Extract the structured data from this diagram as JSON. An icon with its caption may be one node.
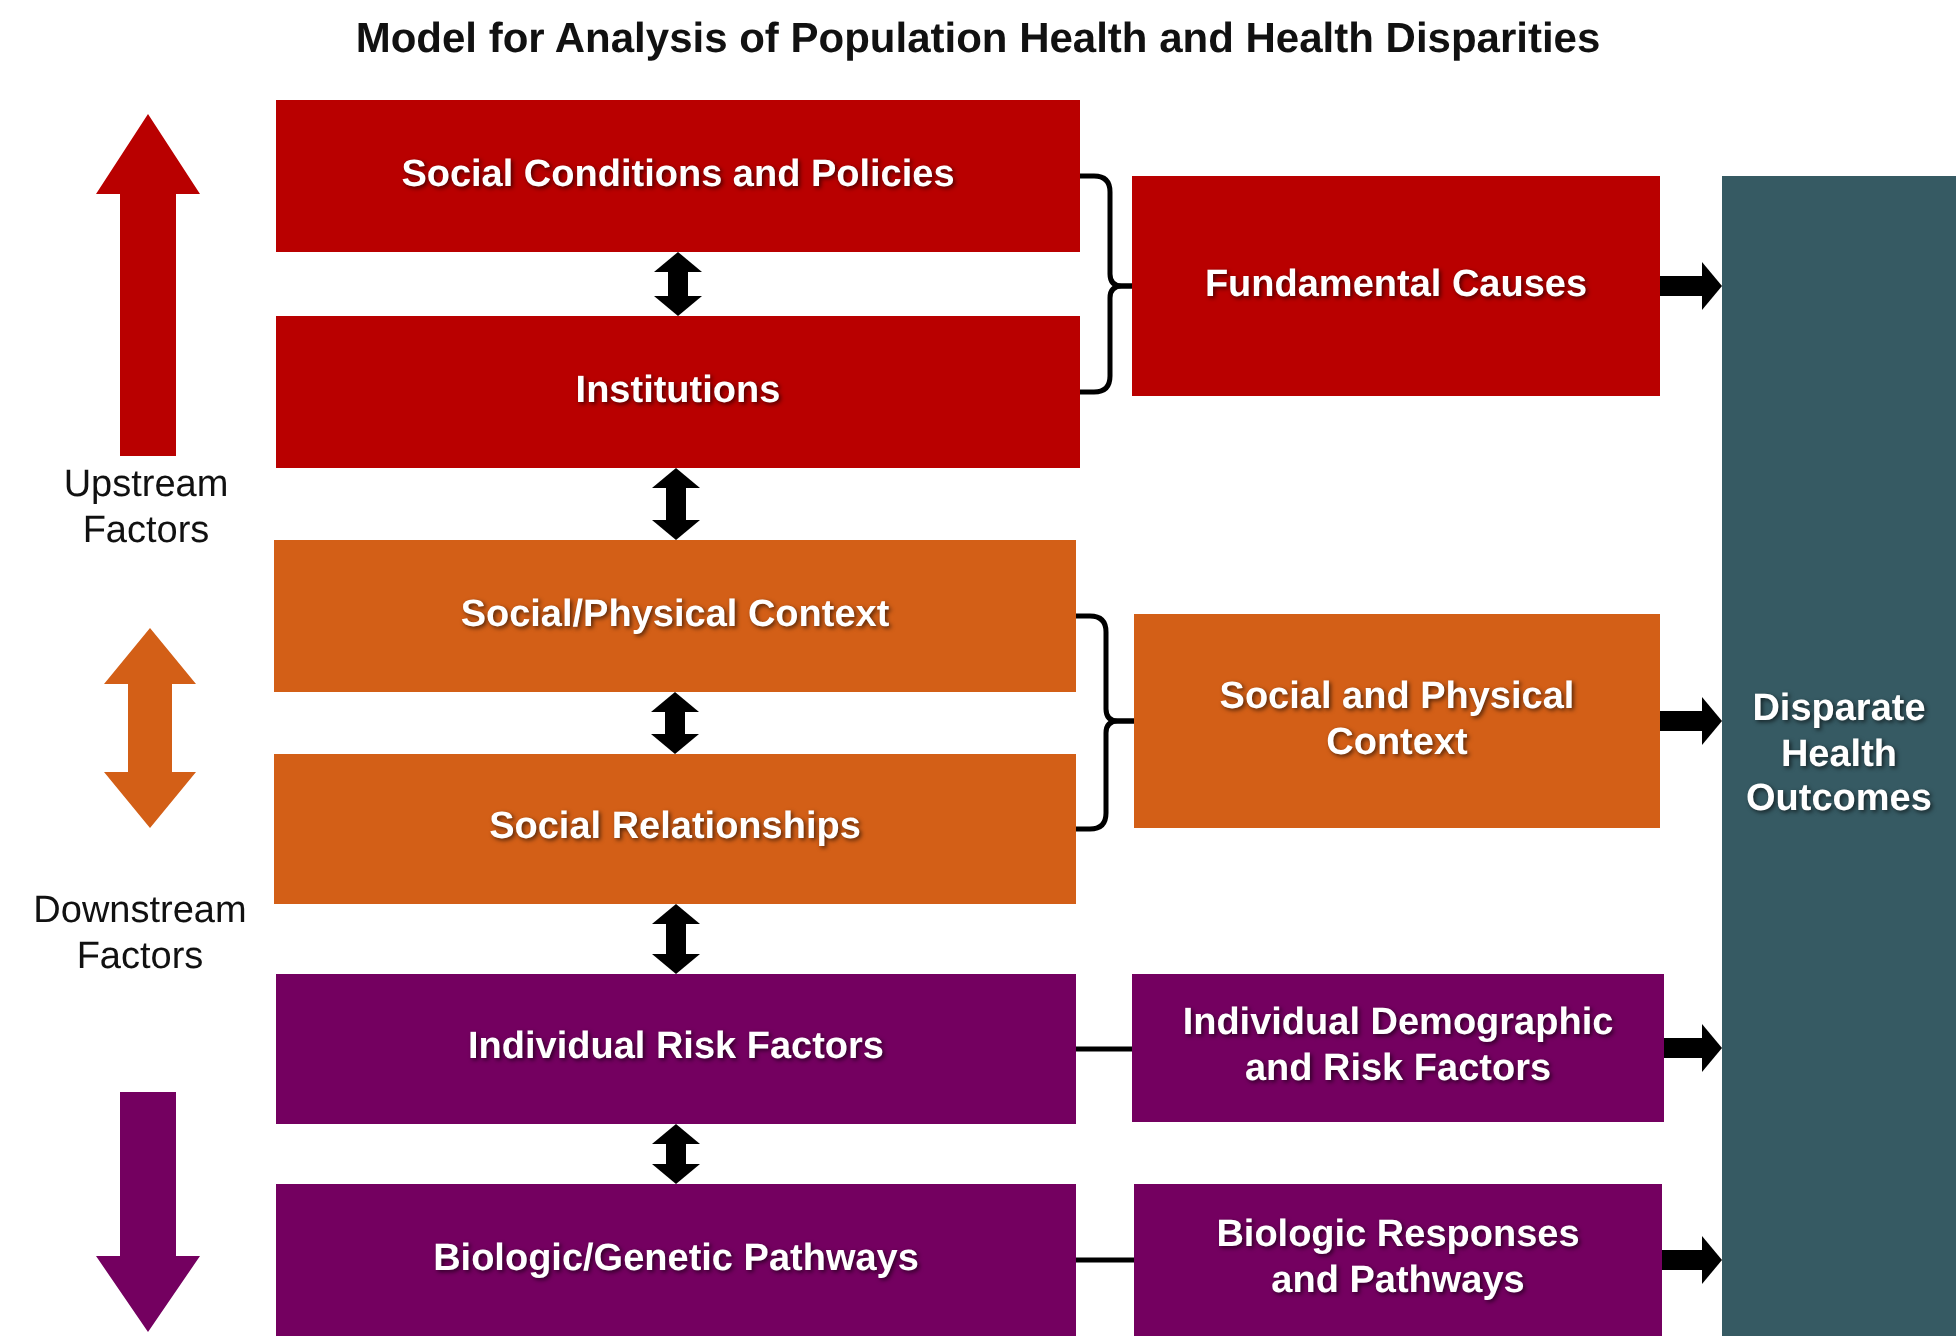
{
  "diagram": {
    "title": "Model for Analysis of Population Health and Health Disparities",
    "nodes": [
      {
        "text": [
          "Social Conditions and Policies"
        ]
      },
      {
        "text": [
          "Institutions"
        ]
      },
      {
        "text": [
          "Social/Physical Context"
        ]
      },
      {
        "text": [
          "Social Relationships"
        ]
      },
      {
        "text": [
          "Individual Risk Factors"
        ]
      },
      {
        "text": [
          "Biologic/Genetic Pathways"
        ]
      },
      {
        "text": [
          "Fundamental Causes"
        ]
      },
      {
        "text": [
          "Social and Physical Context"
        ]
      },
      {
        "text": [
          "Individual Demographic and Risk Factors"
        ]
      },
      {
        "text": [
          "Biologic Responses and Pathways"
        ]
      },
      {
        "text": [
          "Disparate Health Outcomes"
        ]
      }
    ],
    "edges": [
      {
        "from": 0,
        "to": 1,
        "arrow": "both"
      },
      {
        "from": 1,
        "to": 2,
        "arrow": "both"
      },
      {
        "from": 2,
        "to": 3,
        "arrow": "both"
      },
      {
        "from": 3,
        "to": 4,
        "arrow": "both"
      },
      {
        "from": 4,
        "to": 5,
        "arrow": "both"
      },
      {
        "from": 0,
        "to": 6,
        "arrow": "none"
      },
      {
        "from": 1,
        "to": 6,
        "arrow": "none"
      },
      {
        "from": 2,
        "to": 7,
        "arrow": "none"
      },
      {
        "from": 3,
        "to": 7,
        "arrow": "none"
      },
      {
        "from": 4,
        "to": 8,
        "arrow": "none"
      },
      {
        "from": 5,
        "to": 9,
        "arrow": "none"
      },
      {
        "from": 6,
        "to": 10,
        "arrow": "to"
      },
      {
        "from": 7,
        "to": 10,
        "arrow": "to"
      },
      {
        "from": 8,
        "to": 10,
        "arrow": "to"
      },
      {
        "from": 9,
        "to": 10,
        "arrow": "to"
      }
    ],
    "labels": [
      "Upstream Factors",
      "Downstream Factors"
    ]
  }
}
